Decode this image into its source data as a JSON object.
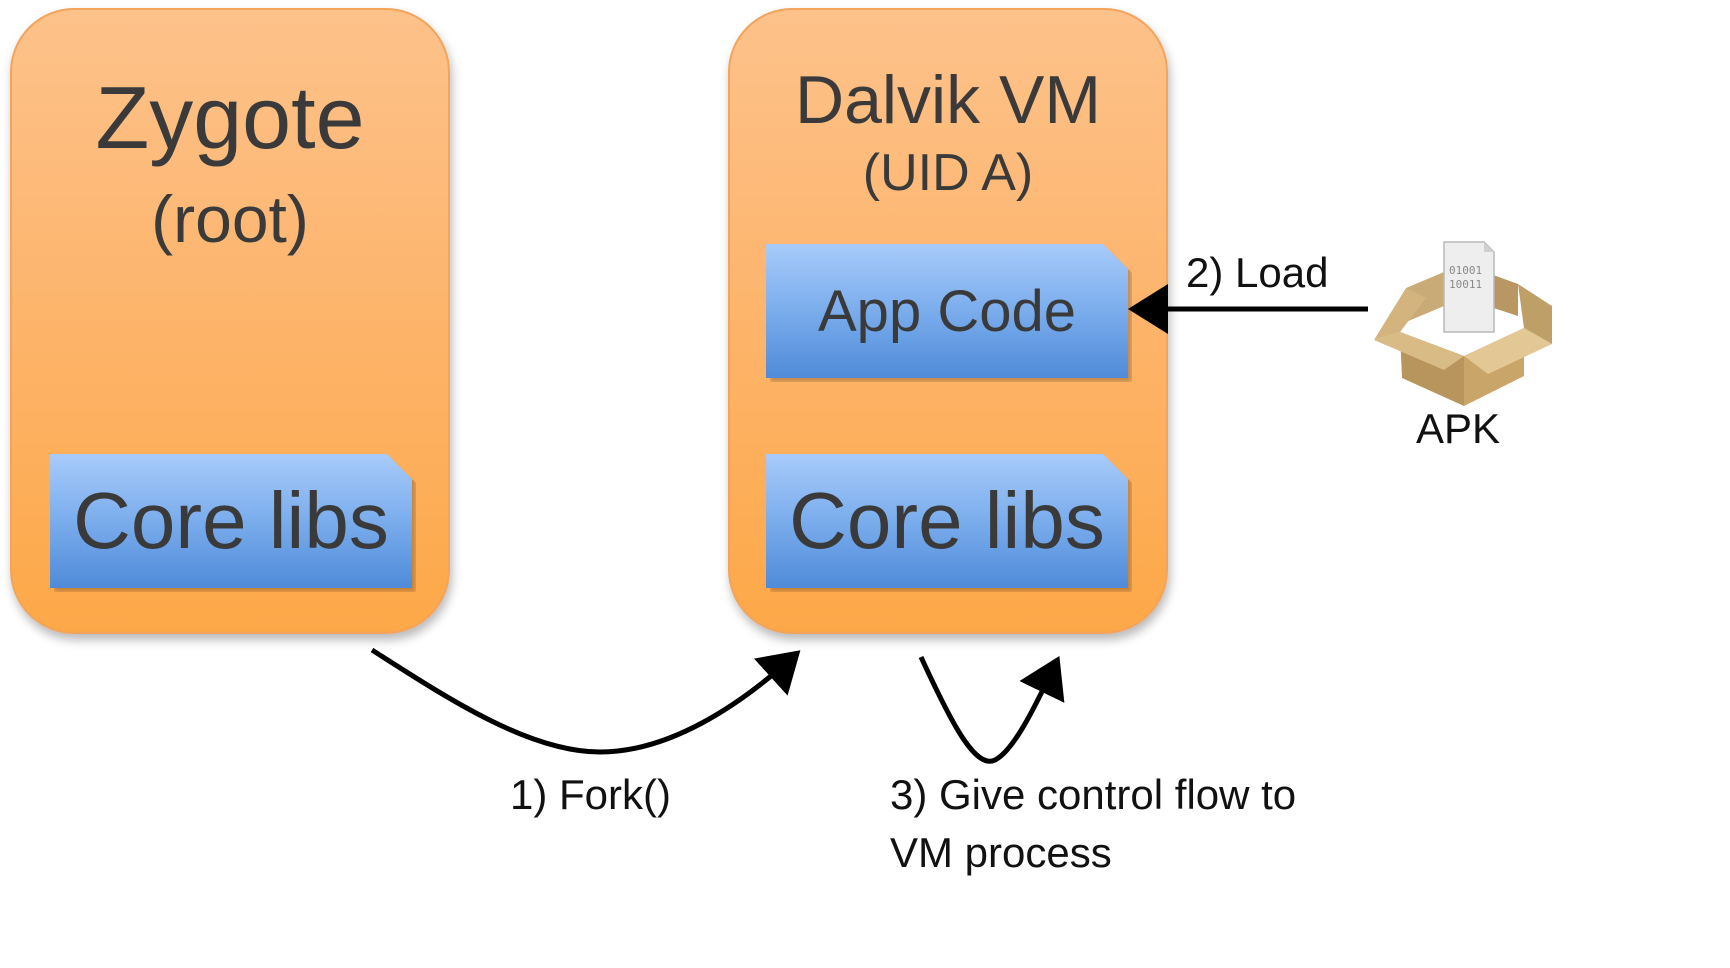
{
  "zygote": {
    "title": "Zygote",
    "subtitle": "(root)",
    "core_libs": "Core libs"
  },
  "dalvik": {
    "title": "Dalvik VM",
    "subtitle": "(UID A)",
    "app_code": "App Code",
    "core_libs": "Core libs"
  },
  "steps": {
    "fork": "1) Fork()",
    "load": "2) Load",
    "control_line1": "3) Give control flow to",
    "control_line2": "VM process"
  },
  "apk": {
    "label": "APK",
    "binary_line1": "01001",
    "binary_line2": "10011",
    "icon": "package-box-icon"
  },
  "colors": {
    "process_box": "#fdb875",
    "lib_box": "#7fb0ee",
    "text": "#3a3a3a",
    "arrow": "#000000"
  }
}
